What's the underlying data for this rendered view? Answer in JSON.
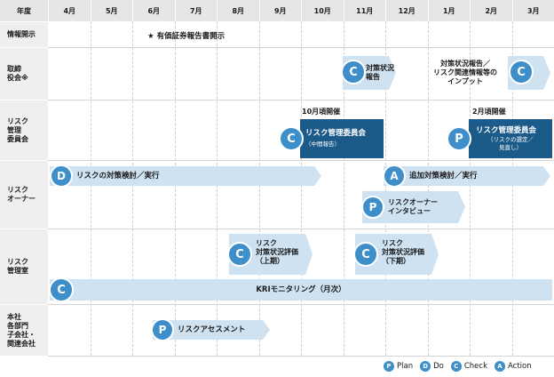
{
  "header": {
    "corner": "年度",
    "months": [
      "4月",
      "5月",
      "6月",
      "7月",
      "8月",
      "9月",
      "10月",
      "11月",
      "12月",
      "1月",
      "2月",
      "3月"
    ]
  },
  "rows": [
    {
      "id": "disclosure",
      "label": "情報開示"
    },
    {
      "id": "board",
      "label": "取締\n役会※"
    },
    {
      "id": "committee",
      "label": "リスク\n管理\n委員会"
    },
    {
      "id": "owner",
      "label": "リスク\nオーナー"
    },
    {
      "id": "mgmt",
      "label": "リスク\n管理室"
    },
    {
      "id": "hq",
      "label": "本社\n各部門\n子会社・\n関連会社"
    }
  ],
  "items": {
    "disclosure_star": "★ 有価証券報告書開示",
    "board_c1": {
      "letter": "C",
      "text": "対策状況\n報告"
    },
    "board_c2": {
      "letter": "C",
      "text": "対策状況報告／\nリスク関連情報等の\nインプット"
    },
    "committee_oct": {
      "letter": "C",
      "note": "10月頃開催",
      "title": "リスク管理委員会",
      "sub": "（中間報告）"
    },
    "committee_feb": {
      "letter": "P",
      "note": "2月頃開催",
      "title": "リスク管理委員会",
      "sub": "（リスクの選定／\n見直し）"
    },
    "owner_d": {
      "letter": "D",
      "text": "リスクの対策検討／実行"
    },
    "owner_a": {
      "letter": "A",
      "text": "追加対策検討／実行"
    },
    "owner_p": {
      "letter": "P",
      "text": "リスクオーナー\nインタビュー"
    },
    "mgmt_c1": {
      "letter": "C",
      "text": "リスク\n対策状況評価\n（上期）"
    },
    "mgmt_c2": {
      "letter": "C",
      "text": "リスク\n対策状況評価\n（下期）"
    },
    "mgmt_kri": {
      "letter": "C",
      "text": "KRIモニタリング（月次）"
    },
    "hq_p": {
      "letter": "P",
      "text": "リスクアセスメント"
    }
  },
  "legend": [
    {
      "letter": "P",
      "label": "Plan"
    },
    {
      "letter": "D",
      "label": "Do"
    },
    {
      "letter": "C",
      "label": "Check"
    },
    {
      "letter": "A",
      "label": "Action"
    }
  ],
  "colors": {
    "arrow": "#cfe2f1",
    "circle": "#3d8ec9",
    "dark_box": "#1c5a8a",
    "header_bg": "#e6e6e6",
    "label_bg": "#efefef"
  }
}
